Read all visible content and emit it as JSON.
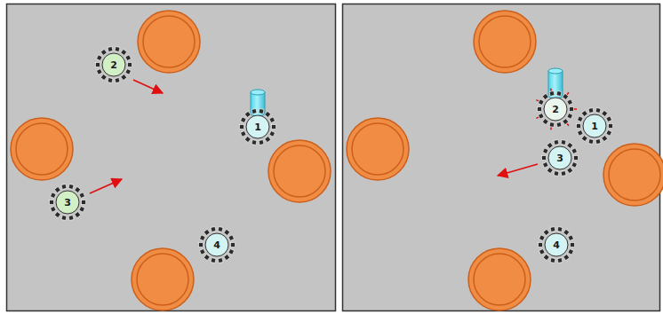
{
  "diagram": {
    "nodes": [
      {
        "text": [
          "2"
        ]
      },
      {
        "text": [
          "1"
        ]
      },
      {
        "text": [
          "3"
        ]
      },
      {
        "text": [
          "4"
        ]
      },
      {
        "text": [
          "2"
        ]
      },
      {
        "text": [
          "1"
        ]
      },
      {
        "text": [
          "3"
        ]
      },
      {
        "text": [
          "4"
        ]
      }
    ]
  }
}
